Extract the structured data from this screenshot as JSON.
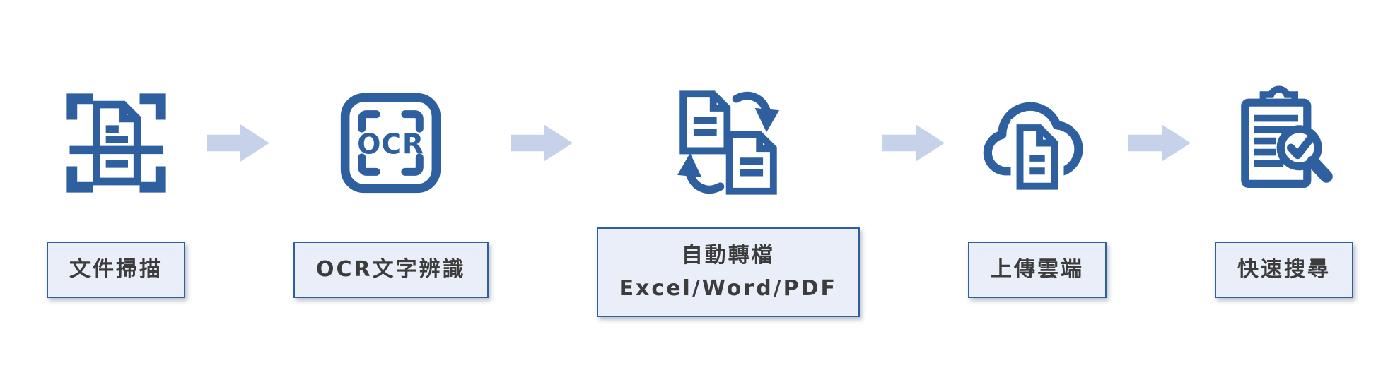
{
  "colors": {
    "page_bg": "#ffffff",
    "icon_blue": "#2e5f9e",
    "arrow_fill": "#c6d2e9",
    "label_bg": "#e9eef8",
    "label_border": "#2e5f9e",
    "label_text": "#3c3c3c"
  },
  "steps": [
    {
      "icon": "scan-document-icon",
      "label": "文件掃描"
    },
    {
      "icon": "ocr-frame-icon",
      "label": "OCR文字辨識",
      "icon_text": "OCR"
    },
    {
      "icon": "file-convert-icon",
      "label": "自動轉檔",
      "label2": "Excel/Word/PDF"
    },
    {
      "icon": "cloud-upload-icon",
      "label": "上傳雲端"
    },
    {
      "icon": "search-clipboard-icon",
      "label": "快速搜尋"
    }
  ],
  "arrow": {
    "name": "flow-arrow-icon",
    "direction": "right"
  }
}
